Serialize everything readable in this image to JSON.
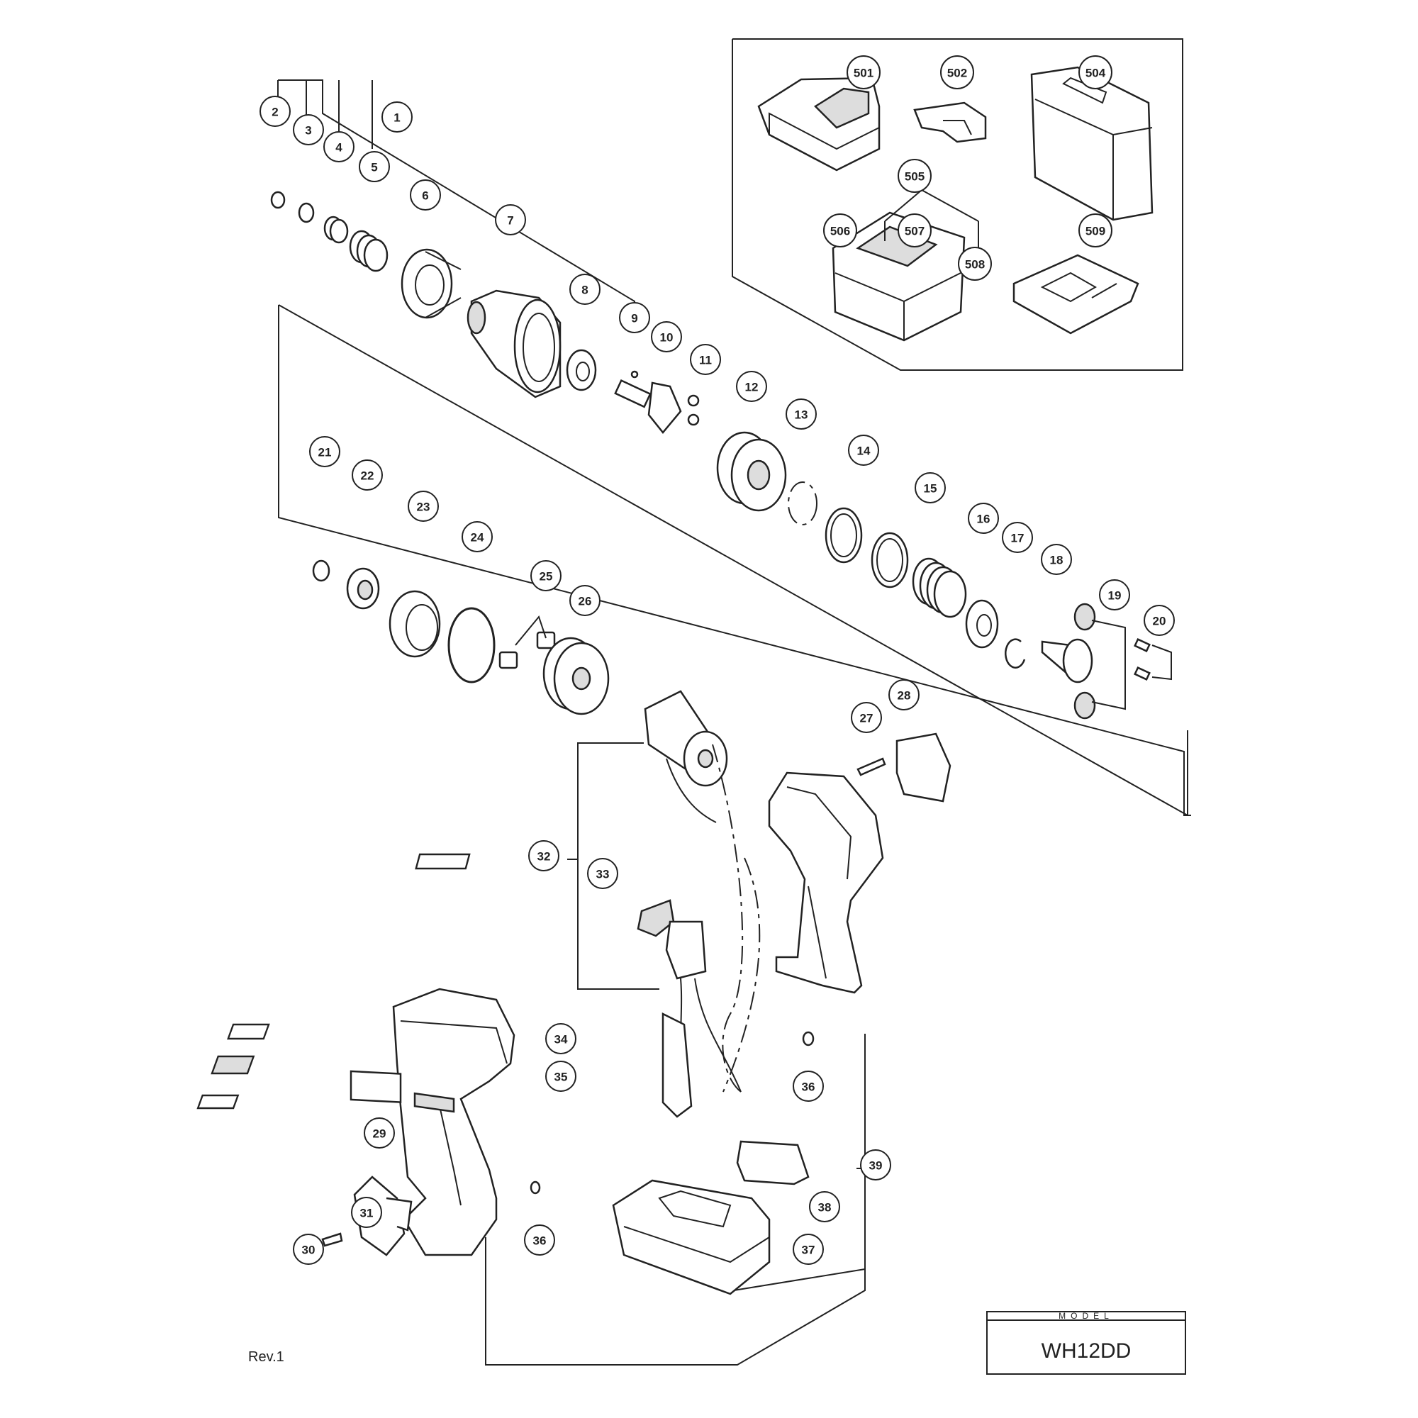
{
  "title_block": {
    "model_label": "MODEL",
    "model_value": "WH12DD"
  },
  "revision": "Rev.1",
  "part_numbers": [
    "1",
    "2",
    "3",
    "4",
    "5",
    "6",
    "7",
    "8",
    "9",
    "10",
    "11",
    "12",
    "13",
    "14",
    "15",
    "16",
    "17",
    "18",
    "19",
    "20",
    "21",
    "22",
    "23",
    "24",
    "25",
    "26",
    "27",
    "28",
    "29",
    "30",
    "31",
    "32",
    "33",
    "34",
    "35",
    "36",
    "36",
    "37",
    "38",
    "39"
  ],
  "accessory_numbers": [
    "501",
    "502",
    "504",
    "505",
    "506",
    "507",
    "508",
    "509"
  ]
}
